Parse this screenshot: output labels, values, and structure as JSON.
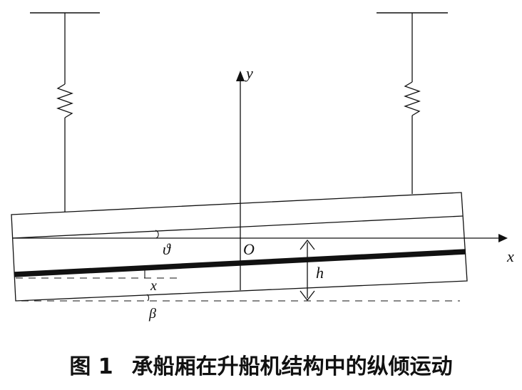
{
  "diagram": {
    "labels": {
      "y_axis": "y",
      "x_axis": "x",
      "origin": "O",
      "tilt_angle": "ϑ",
      "displacement": "x",
      "depth": "h",
      "beta": "β"
    },
    "caption": {
      "number": "图 1",
      "text": "承船厢在升船机结构中的纵倾运动"
    }
  }
}
